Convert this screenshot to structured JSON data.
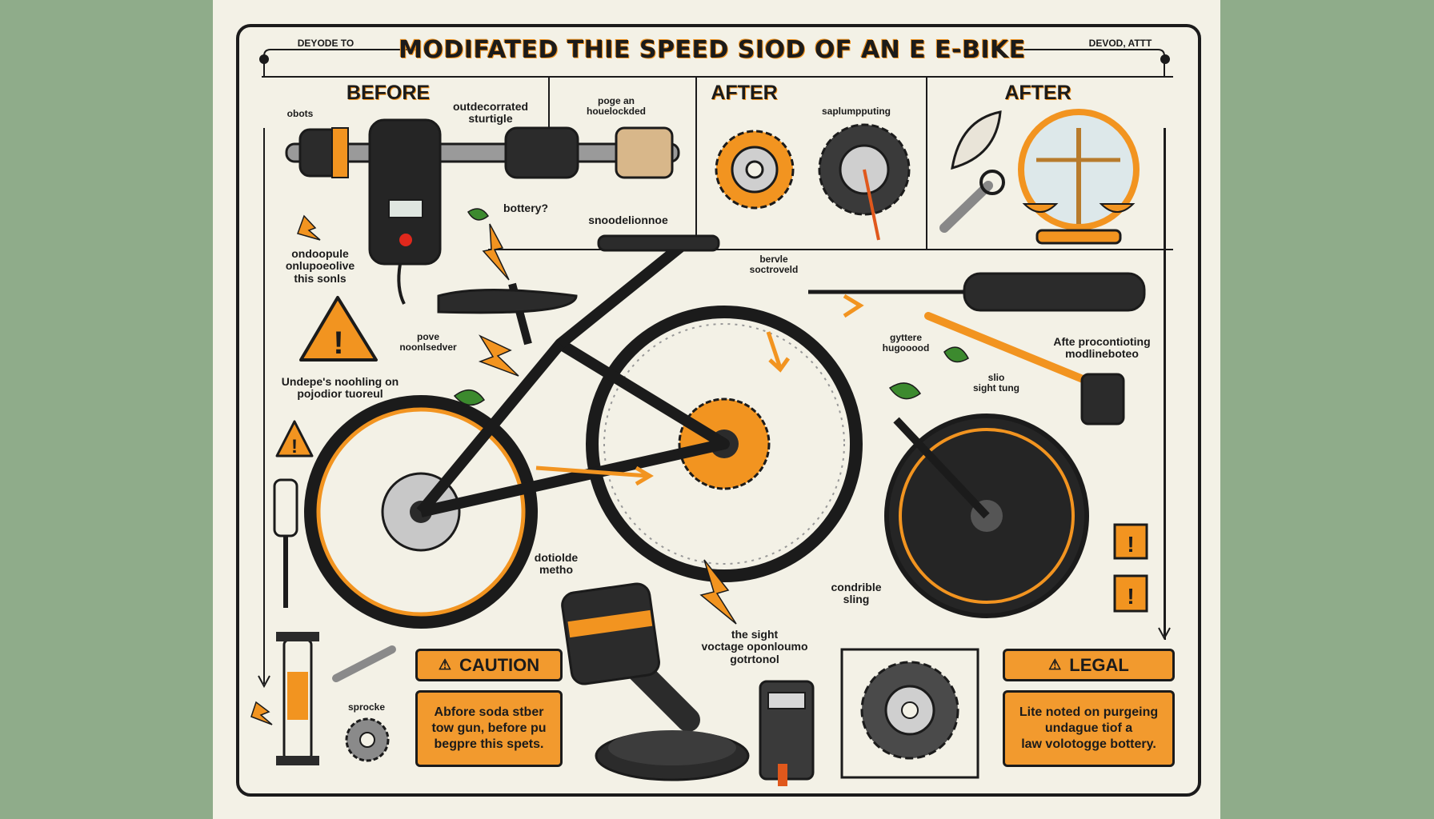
{
  "title": "MODIFATED THIE SPEED SIOD OF AN E E-BIKE",
  "corner_left": "DEYODE TO",
  "corner_right": "DEVOD, ATTT",
  "sections": {
    "before": "BEFORE",
    "after_1": "AFTER",
    "after_2": "AFTER"
  },
  "labels": {
    "obots": "obots",
    "outdecorrated": "outdecorrated\nsturtigle",
    "page_household": "poge an\nhouelockded",
    "battery": "bottery?",
    "snoodel": "snoodelionnoe",
    "sapupputing": "saplumpputing",
    "ondoopule": "ondoopule\nonlupoeolive\nthis sonls",
    "bervle": "bervle\nsoctroveld",
    "pove": "pove\nnoonlsedver",
    "undepes": "Undepe's noohling on\npojodior tuoreul",
    "gyttere": "gyttere\nhugooood",
    "afte_proconte": "Afte procontioting\nmodlineboteo",
    "slio": "slio\nsight tung",
    "dotiolde": "dotiolde\nmetho",
    "condrible": "condrible\nsling",
    "the_sight": "the sight\nvoctage oponloumo\ngotrtonol",
    "sprocke": "sprocke"
  },
  "caution": {
    "heading": "CAUTION",
    "body": "Abfore soda stber\ntow gun, before pu\nbegpre this spets."
  },
  "legal": {
    "heading": "LEGAL",
    "body": "Lite noted on purgeing\nundague tiof a\nlaw volotogge bottery."
  },
  "colors": {
    "accent": "#f29420",
    "ink": "#1b1b1b",
    "paper": "#f3f1e6",
    "background": "#8fac8a"
  },
  "icons": [
    "warning-icon",
    "lightning-icon",
    "leaf-icon",
    "wrench-icon",
    "scales-icon",
    "gavel-icon",
    "gear-icon",
    "screwdriver-icon",
    "syringe-icon"
  ]
}
